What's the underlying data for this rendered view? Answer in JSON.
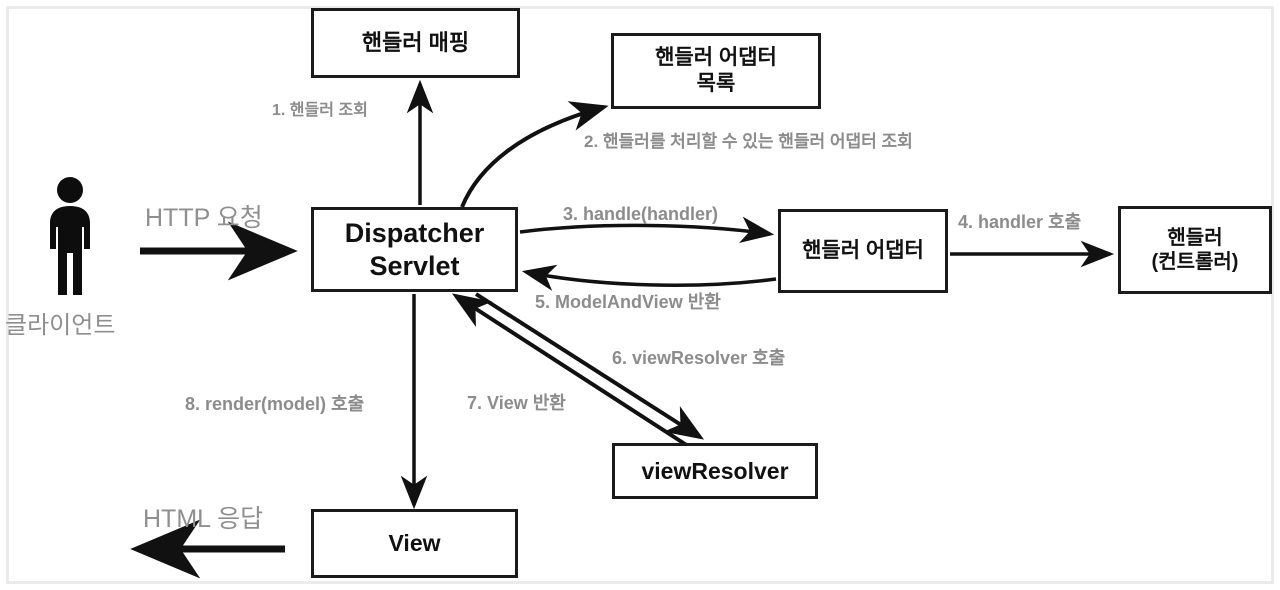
{
  "diagram": {
    "title": "Spring MVC DispatcherServlet request flow",
    "nodes": {
      "handler_mapping": "핸들러 매핑",
      "handler_adapter_list": "핸들러 어댑터\n목록",
      "dispatcher_servlet": "Dispatcher\nServlet",
      "handler_adapter": "핸들러 어댑터",
      "handler_controller": "핸들러\n(컨트롤러)",
      "view_resolver": "viewResolver",
      "view": "View"
    },
    "actor": {
      "label": "클라이언트",
      "icon": "person-icon"
    },
    "edge_labels": {
      "http_request": "HTTP 요청",
      "html_response": "HTML 응답",
      "step1": "1. 핸들러 조회",
      "step2": "2. 핸들러를 처리할 수 있는 핸들러 어댑터 조회",
      "step3": "3. handle(handler)",
      "step4": "4. handler 호출",
      "step5": "5. ModelAndView 반환",
      "step6": "6. viewResolver 호출",
      "step7": "7. View 반환",
      "step8": "8. render(model) 호출"
    },
    "colors": {
      "node_border": "#1b1b1b",
      "node_text": "#111111",
      "label_text": "#8c8c8c",
      "arrow": "#111111",
      "frame": "#ebebeb",
      "background": "#ffffff"
    }
  }
}
